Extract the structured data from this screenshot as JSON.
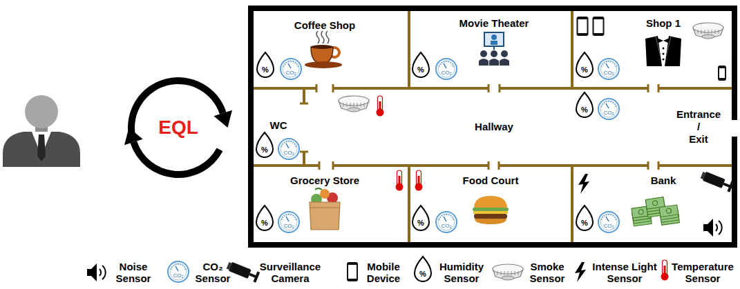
{
  "diagram": {
    "nodes": [
      {
        "text": [
          "Coffee Shop"
        ]
      },
      {
        "text": [
          "Movie Theater"
        ]
      },
      {
        "text": [
          "Shop 1"
        ]
      },
      {
        "text": [
          "WC"
        ]
      },
      {
        "text": [
          "Hallway"
        ]
      },
      {
        "text": [
          "Grocery Store"
        ]
      },
      {
        "text": [
          "Food Court"
        ]
      },
      {
        "text": [
          "Bank"
        ]
      }
    ],
    "labels": [
      "EQL",
      "Entrance / Exit",
      "%",
      "CO₂",
      "%",
      "CO₂",
      "%",
      "CO₂",
      "%",
      "CO₂",
      "%",
      "CO₂",
      "%",
      "CO₂",
      "%",
      "CO₂",
      "%",
      "CO₂",
      "CO₂",
      "%"
    ],
    "legend": [
      {
        "text": "Noise Sensor"
      },
      {
        "text": "CO₂ Sensor"
      },
      {
        "text": "Surveillance Camera"
      },
      {
        "text": "Mobile Device"
      },
      {
        "text": "Humidity Sensor"
      },
      {
        "text": "Smoke Sensor"
      },
      {
        "text": "Intense Light Sensor"
      },
      {
        "text": "Temperature Sensor"
      }
    ]
  }
}
